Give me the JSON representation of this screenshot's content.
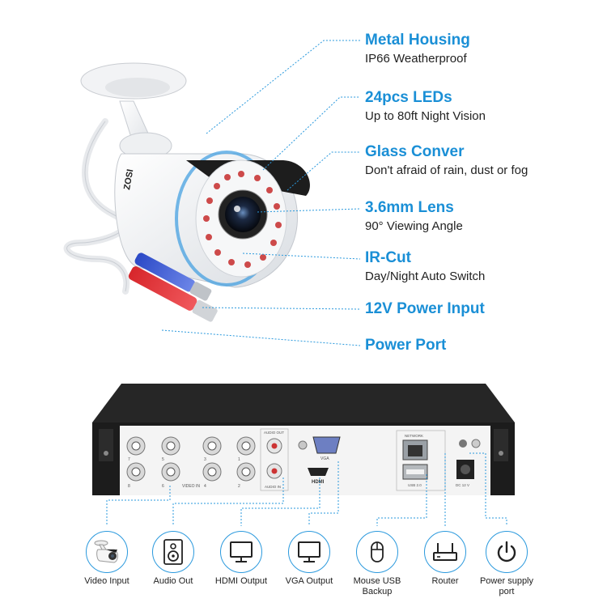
{
  "brand": "ZOSI",
  "features": [
    {
      "title": "Metal Housing",
      "desc": "IP66 Weatherproof"
    },
    {
      "title": "24pcs LEDs",
      "desc": "Up to 80ft Night Vision"
    },
    {
      "title": "Glass Conver",
      "desc": "Don't afraid of rain, dust or fog"
    },
    {
      "title": "3.6mm Lens",
      "desc": "90° Viewing Angle"
    },
    {
      "title": "IR-Cut",
      "desc": "Day/Night Auto Switch"
    },
    {
      "title": "12V Power Input",
      "desc": ""
    },
    {
      "title": "Power Port",
      "desc": ""
    }
  ],
  "dvr": {
    "audio_out": "AUDIO OUT",
    "audio_in": "AUDIO IN",
    "video_in": "VIDEO IN",
    "vga": "VGA",
    "hdmi": "HDMI",
    "network": "NETWORK",
    "usb": "USB 2.0",
    "dc": "DC 12 V",
    "channel_numbers": [
      "7",
      "5",
      "3",
      "1",
      "8",
      "6",
      "4",
      "2"
    ]
  },
  "ports": [
    {
      "icon": "camera-icon",
      "line1": "Video Input",
      "line2": ""
    },
    {
      "icon": "speaker-icon",
      "line1": "Audio Out",
      "line2": ""
    },
    {
      "icon": "monitor-icon",
      "line1": "HDMI Output",
      "line2": ""
    },
    {
      "icon": "monitor-icon",
      "line1": "VGA Output",
      "line2": ""
    },
    {
      "icon": "mouse-icon",
      "line1": "Mouse USB",
      "line2": "Backup"
    },
    {
      "icon": "router-icon",
      "line1": "Router",
      "line2": ""
    },
    {
      "icon": "power-icon",
      "line1": "Power supply",
      "line2": "port"
    }
  ],
  "colors": {
    "accent": "#1a8fd6",
    "dvr_body": "#1c1c1c",
    "panel": "#f4f4f4"
  }
}
